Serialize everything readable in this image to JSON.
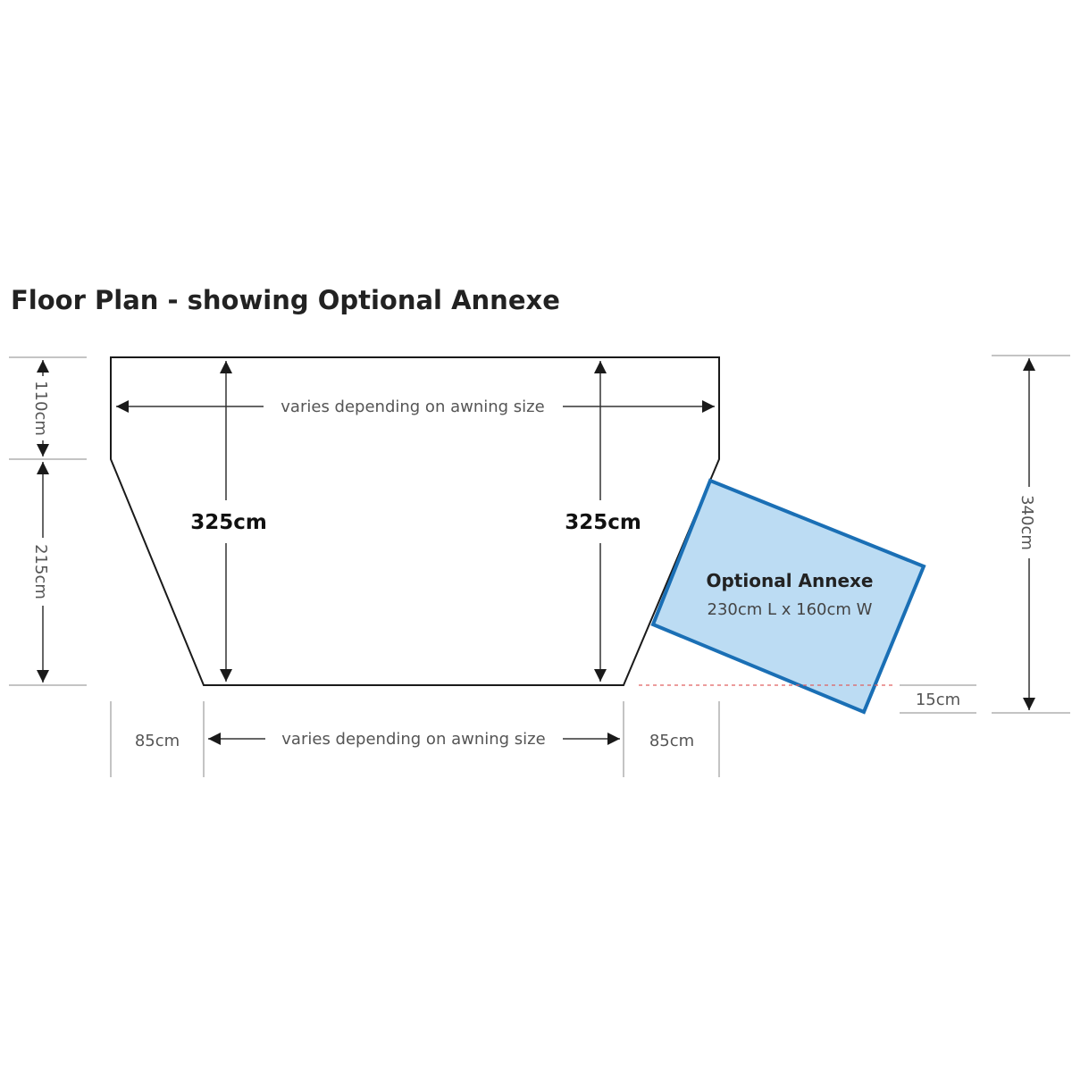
{
  "title": "Floor Plan -  showing Optional Annexe",
  "dimensions": {
    "top_width": "varies depending on awning size",
    "bottom_width": "varies depending on awning size",
    "left_height": "325cm",
    "right_height": "325cm",
    "left_top_section": "110cm",
    "left_lower_section": "215cm",
    "bottom_left_offset": "85cm",
    "bottom_right_offset": "85cm",
    "annexe_offset": "15cm",
    "overall_height": "340cm"
  },
  "annexe": {
    "title": "Optional Annexe",
    "size": "230cm L x 160cm W"
  },
  "colors": {
    "outline": "#1a1a1a",
    "annexe_fill": "#bcdcf3",
    "annexe_border": "#1a6fb5",
    "offset_dashed": "#e06060",
    "guide": "#8a8a8a"
  }
}
